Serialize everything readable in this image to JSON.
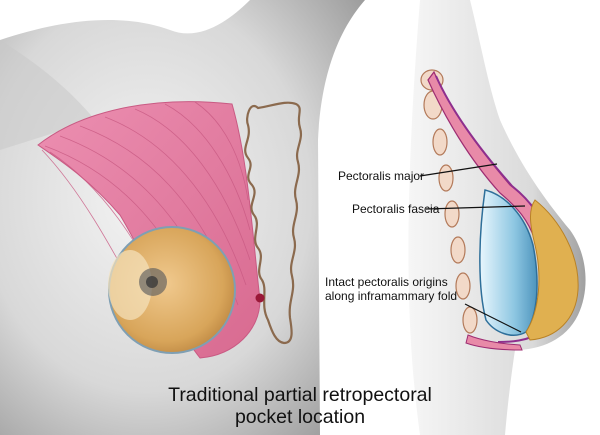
{
  "figure": {
    "labels": {
      "pectoralis_major": "Pectoralis major",
      "pectoralis_fascia": "Pectoralis fascia",
      "intact_origins_line1": "Intact pectoralis origins",
      "intact_origins_line2": "along inframammary fold"
    },
    "caption": {
      "line1": "Traditional partial retropectoral",
      "line2": "pocket location"
    }
  },
  "colors": {
    "skin": "#dcdcdc",
    "muscle": "#e0789d",
    "implant": "#d4a65a",
    "fascia": "#8e2f8e",
    "leader": "#111111",
    "outline": "#8b6a4e",
    "implant_side": "#8ec7e2"
  }
}
